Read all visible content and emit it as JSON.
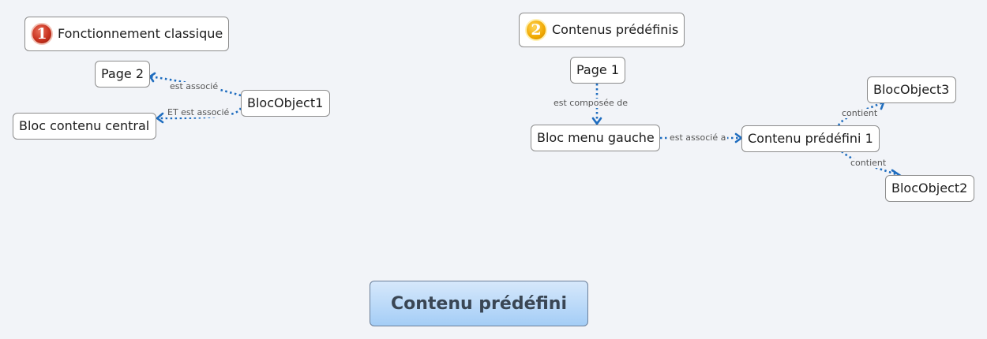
{
  "root": {
    "label": "Contenu prédéfini"
  },
  "branch1": {
    "number": "1",
    "title": "Fonctionnement classique",
    "nodes": {
      "page": "Page 2",
      "bloc_object": "BlocObject1",
      "bloc_contenu": "Bloc contenu central"
    },
    "links": {
      "object_to_page": "est associé",
      "object_to_contenu": "ET est associé"
    }
  },
  "branch2": {
    "number": "2",
    "title": "Contenus prédéfinis",
    "nodes": {
      "page": "Page 1",
      "bloc_menu": "Bloc menu gauche",
      "contenu": "Contenu prédéfini 1",
      "bloc_object3": "BlocObject3",
      "bloc_object2": "BlocObject2"
    },
    "links": {
      "page_to_menu": "est composée de",
      "menu_to_contenu": "est associé a",
      "contenu_to_object3": "contient",
      "contenu_to_object2": "contient"
    }
  },
  "colors": {
    "connector": "#1f6dbf",
    "badge_1": "#c9321f",
    "badge_2": "#f0a800",
    "root_fill": "#a4cdf6"
  },
  "icons": {
    "badge_1": "number-one-badge-icon",
    "badge_2": "number-two-badge-icon"
  }
}
